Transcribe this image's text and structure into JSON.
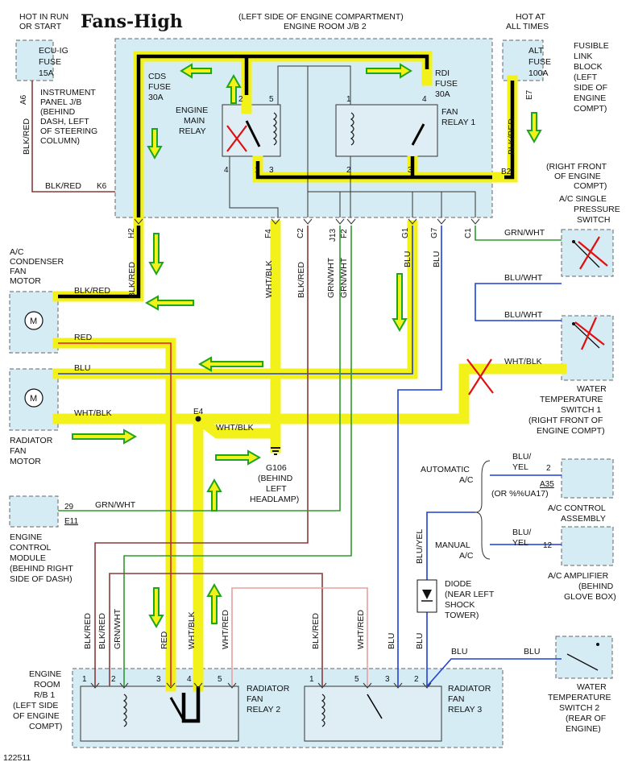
{
  "title": "Fans-High",
  "figure_id": "122511",
  "colors": {
    "highlight": "#f2f21a",
    "arrow_outline": "#1ea51e",
    "cross": "#e01010",
    "wire_red": "#e31b1b",
    "wire_blue": "#1f3fd8",
    "wire_green": "#2e9b2e",
    "wire_brown": "#8b3a3a",
    "wire_pink": "#e8a0a0",
    "box_fill": "#d6ecf5"
  },
  "labels": {
    "hot_run_start": [
      "HOT IN RUN",
      "OR START"
    ],
    "hot_all_times": [
      "HOT AT",
      "ALL TIMES"
    ],
    "jb2": [
      "(LEFT SIDE OF ENGINE COMPARTMENT)",
      "ENGINE ROOM J/B 2"
    ],
    "ecu_fuse": [
      "ECU-IG",
      "FUSE",
      "15A"
    ],
    "ip_jb": [
      "INSTRUMENT",
      "PANEL J/B",
      "(BEHIND",
      "DASH, LEFT",
      "OF STEERING",
      "COLUMN)"
    ],
    "cds_fuse": [
      "CDS",
      "FUSE",
      "30A"
    ],
    "rdi_fuse": [
      "RDI",
      "FUSE",
      "30A"
    ],
    "alt_fuse": [
      "ALT",
      "FUSE",
      "100A"
    ],
    "fusible_link": [
      "FUSIBLE",
      "LINK",
      "BLOCK",
      "(LEFT",
      "SIDE OF",
      "ENGINE",
      "COMPT)"
    ],
    "engine_main_relay": [
      "ENGINE",
      "MAIN",
      "RELAY"
    ],
    "fan_relay1": [
      "FAN",
      "RELAY 1"
    ],
    "right_front": [
      "(RIGHT FRONT",
      "OF ENGINE",
      "COMPT)"
    ],
    "ac_pressure": [
      "A/C SINGLE",
      "PRESSURE",
      "SWITCH"
    ],
    "ac_cond_motor": [
      "A/C",
      "CONDENSER",
      "FAN",
      "MOTOR"
    ],
    "rad_fan_motor": [
      "RADIATOR",
      "FAN",
      "MOTOR"
    ],
    "water_temp1": [
      "WATER",
      "TEMPERATURE",
      "SWITCH 1",
      "(RIGHT FRONT OF",
      "ENGINE COMPT)"
    ],
    "g106": [
      "G106",
      "(BEHIND",
      "LEFT",
      "HEADLAMP)"
    ],
    "ecm": [
      "ENGINE",
      "CONTROL",
      "MODULE",
      "(BEHIND RIGHT",
      "SIDE OF DASH)"
    ],
    "automatic_ac": [
      "AUTOMATIC",
      "A/C"
    ],
    "manual_ac": [
      "MANUAL",
      "A/C"
    ],
    "ac_control": [
      "A/C CONTROL",
      "ASSEMBLY"
    ],
    "ac_amplifier": [
      "A/C AMPLIFIER",
      "(BEHIND",
      "GLOVE BOX)"
    ],
    "or_ua17": "(OR %%UA17)",
    "diode": [
      "DIODE",
      "(NEAR LEFT",
      "SHOCK",
      "TOWER)"
    ],
    "rb1": [
      "ENGINE",
      "ROOM",
      "R/B 1",
      "(LEFT SIDE",
      "OF ENGINE",
      "COMPT)"
    ],
    "rad_relay2": [
      "RADIATOR",
      "FAN",
      "RELAY 2"
    ],
    "rad_relay3": [
      "RADIATOR",
      "FAN",
      "RELAY 3"
    ],
    "water_temp2": [
      "WATER",
      "TEMPERATURE",
      "SWITCH 2",
      "(REAR OF",
      "ENGINE)"
    ]
  },
  "wires": {
    "blk_red": "BLK/RED",
    "red": "RED",
    "blu": "BLU",
    "wht_blk": "WHT/BLK",
    "grn_wht": "GRN/WHT",
    "blu_wht": "BLU/WHT",
    "wht_red": "WHT/RED",
    "blu_yel": "BLU/YEL",
    "blu_yel_split": [
      "BLU/",
      "YEL"
    ]
  },
  "pins": {
    "a6": "A6",
    "k6": "K6",
    "b2": "B2",
    "e7": "E7",
    "e4": "E4",
    "h2": "H2",
    "f4": "F4",
    "c2": "C2",
    "j13": "J13",
    "f2": "F2",
    "g1": "G1",
    "g7": "G7",
    "c1": "C1",
    "e11": "E11",
    "a35": "A35",
    "pin29": "29",
    "n1": "1",
    "n2": "2",
    "n3": "3",
    "n4": "4",
    "n5": "5",
    "n12": "12"
  }
}
